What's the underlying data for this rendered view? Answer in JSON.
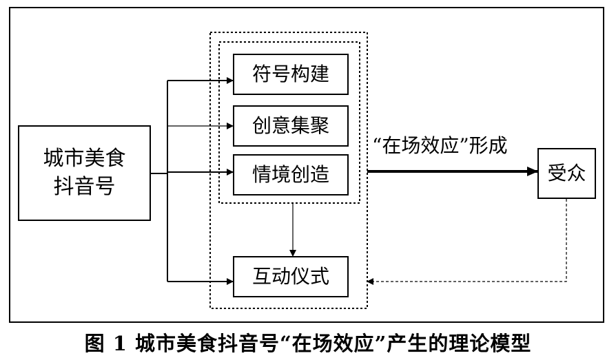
{
  "nodes": {
    "source": {
      "line1": "城市美食",
      "line2": "抖音号"
    },
    "symbol": "符号构建",
    "creative": "创意集聚",
    "scene": "情境创造",
    "ritual": "互动仪式",
    "audience": "受众"
  },
  "edge_labels": {
    "effect_formation": "“在场效应”形成"
  },
  "caption": "图 1 城市美食抖音号“在场效应”产生的理论模型"
}
